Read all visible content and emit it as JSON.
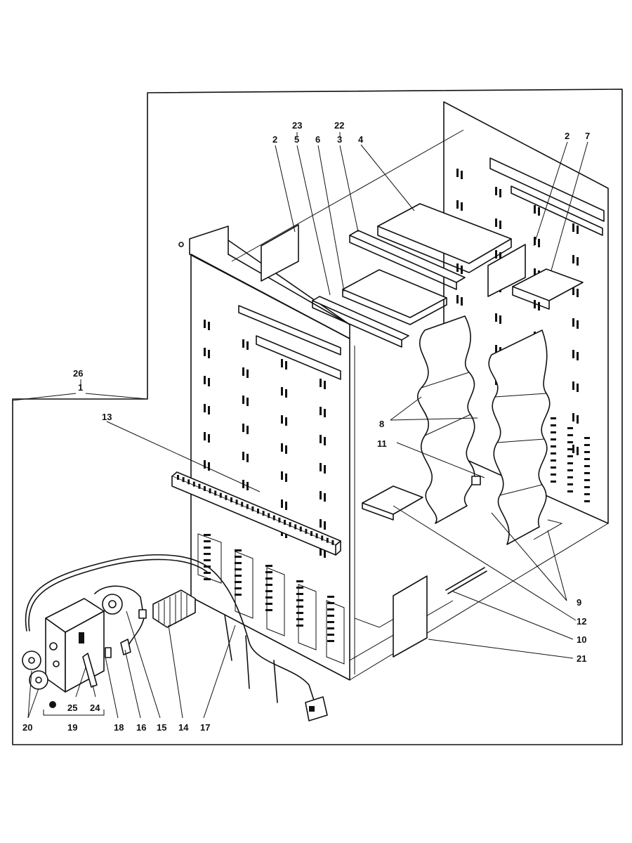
{
  "callouts": {
    "c23": "23",
    "c5": "5",
    "c22": "22",
    "c3": "3",
    "c2a": "2",
    "c6": "6",
    "c4": "4",
    "c2b": "2",
    "c7": "7",
    "c26": "26",
    "c1": "1",
    "c13": "13",
    "c8": "8",
    "c11": "11",
    "c9": "9",
    "c12": "12",
    "c10": "10",
    "c21": "21",
    "c20": "20",
    "c25": "25",
    "c24": "24",
    "c19": "19",
    "c18": "18",
    "c16": "16",
    "c15": "15",
    "c14": "14",
    "c17": "17"
  }
}
